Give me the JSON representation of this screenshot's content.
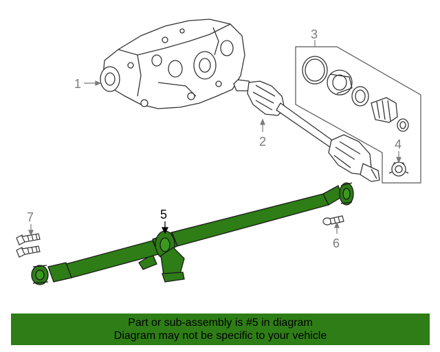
{
  "diagram": {
    "callouts": {
      "c1": "1",
      "c2": "2",
      "c3": "3",
      "c4": "4",
      "c5": "5",
      "c6": "6",
      "c7": "7"
    },
    "highlighted_part": "5",
    "colors": {
      "highlight": "#2e7d16",
      "line_art": "#333333",
      "callout_text": "#7a7a7a"
    }
  },
  "banner": {
    "line1": "Part or sub-assembly is #5 in diagram",
    "line2": "Diagram may not be specific to your vehicle",
    "background": "#2e7d16"
  }
}
